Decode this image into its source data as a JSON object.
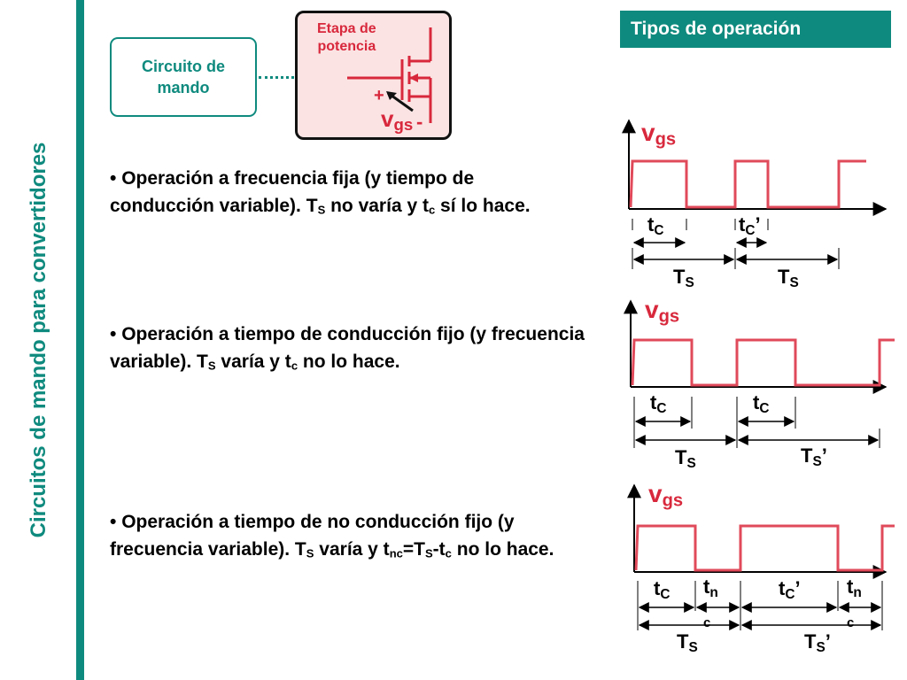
{
  "header": {
    "title": "Tipos de operación"
  },
  "sidebar": {
    "title": "Circuitos de mando para convertidores"
  },
  "diagram": {
    "control_label_line1": "Circuito de",
    "control_label_line2": "mando",
    "power_label_line1": "Etapa de",
    "power_label_line2": "potencia",
    "plus": "+",
    "minus": "-",
    "v": "v",
    "gs": "gs"
  },
  "bullets": [
    {
      "bullet": "• ",
      "lead": "Operación a frecuencia fija (y tiempo de conducción variable). T",
      "s1": "S",
      "mid": " no varía y t",
      "c": "c",
      "tail": " sí lo hace."
    },
    {
      "bullet": "• ",
      "lead": "Operación a tiempo de conducción fijo (y frecuencia variable). T",
      "s1": "S",
      "mid": " varía y t",
      "c": "c",
      "tail": " no lo hace."
    },
    {
      "bullet": "• ",
      "lead": "Operación a tiempo de no conducción fijo (y frecuencia variable). T",
      "s1": "S",
      "mid": " varía y t",
      "nc": "nc",
      "eq": "=T",
      "s2": "S",
      "dash": "-t",
      "c": "c",
      "tail": " no lo hace."
    }
  ],
  "plots": [
    {
      "label_v": "v",
      "label_gs": "gs",
      "labels": [
        {
          "main": "t",
          "sub": "C",
          "prime": ""
        },
        {
          "main": "t",
          "sub": "C",
          "prime": "’"
        },
        {
          "main": "T",
          "sub": "S",
          "prime": ""
        },
        {
          "main": "T",
          "sub": "S",
          "prime": ""
        }
      ]
    },
    {
      "label_v": "v",
      "label_gs": "gs",
      "labels": [
        {
          "main": "t",
          "sub": "C",
          "prime": ""
        },
        {
          "main": "t",
          "sub": "C",
          "prime": ""
        },
        {
          "main": "T",
          "sub": "S",
          "prime": ""
        },
        {
          "main": "T",
          "sub": "S",
          "prime": "’"
        }
      ]
    },
    {
      "label_v": "v",
      "label_gs": "gs",
      "labels": [
        {
          "main": "t",
          "sub": "C",
          "prime": ""
        },
        {
          "main": "t",
          "sub": "n",
          "prime": "",
          "sub2": "c"
        },
        {
          "main": "t",
          "sub": "C",
          "prime": "’"
        },
        {
          "main": "t",
          "sub": "n",
          "prime": "",
          "sub2": "c"
        },
        {
          "main": "T",
          "sub": "S",
          "prime": ""
        },
        {
          "main": "T",
          "sub": "S",
          "prime": "’"
        }
      ]
    }
  ],
  "colors": {
    "teal": "#0f8a7e",
    "red": "#d8283c",
    "pink": "#fbe3e3"
  }
}
